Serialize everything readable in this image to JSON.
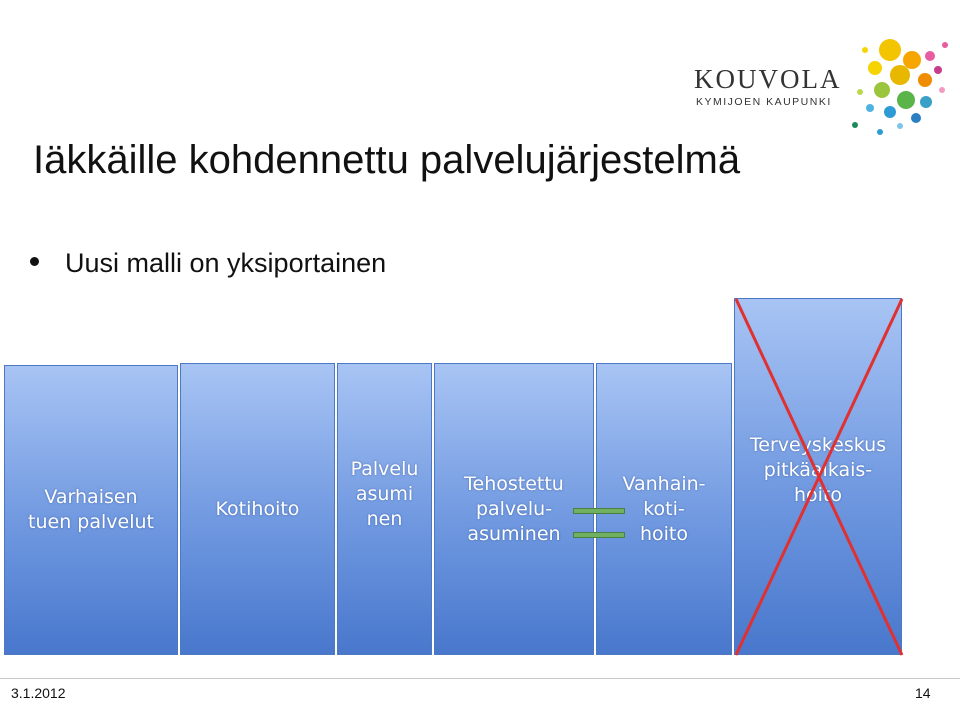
{
  "logo": {
    "name": "KOUVOLA",
    "tagline": "KYMIJOEN KAUPUNKI"
  },
  "title": "Iäkkäille kohdennettu palvelujärjestelmä",
  "bullet": "Uusi malli on yksiportainen",
  "boxes": [
    {
      "label": "Varhaisen\ntuen palvelut"
    },
    {
      "label": "Kotihoito"
    },
    {
      "label": "Palvelu\nasumi\nnen"
    },
    {
      "label": "Tehostettu\npalvelu-\nasuminen"
    },
    {
      "label": "Vanhain-\nkoti-\nhoito"
    },
    {
      "label": "Terveyskeskus\npitkäaikais-\nhoito",
      "crossed_out": true
    }
  ],
  "colors": {
    "box_top": "#a8c4f4",
    "box_bottom": "#4877cc",
    "cross": "#e03030",
    "equals": "#6fb061"
  },
  "footer": {
    "date": "3.1.2012",
    "page": "14"
  }
}
